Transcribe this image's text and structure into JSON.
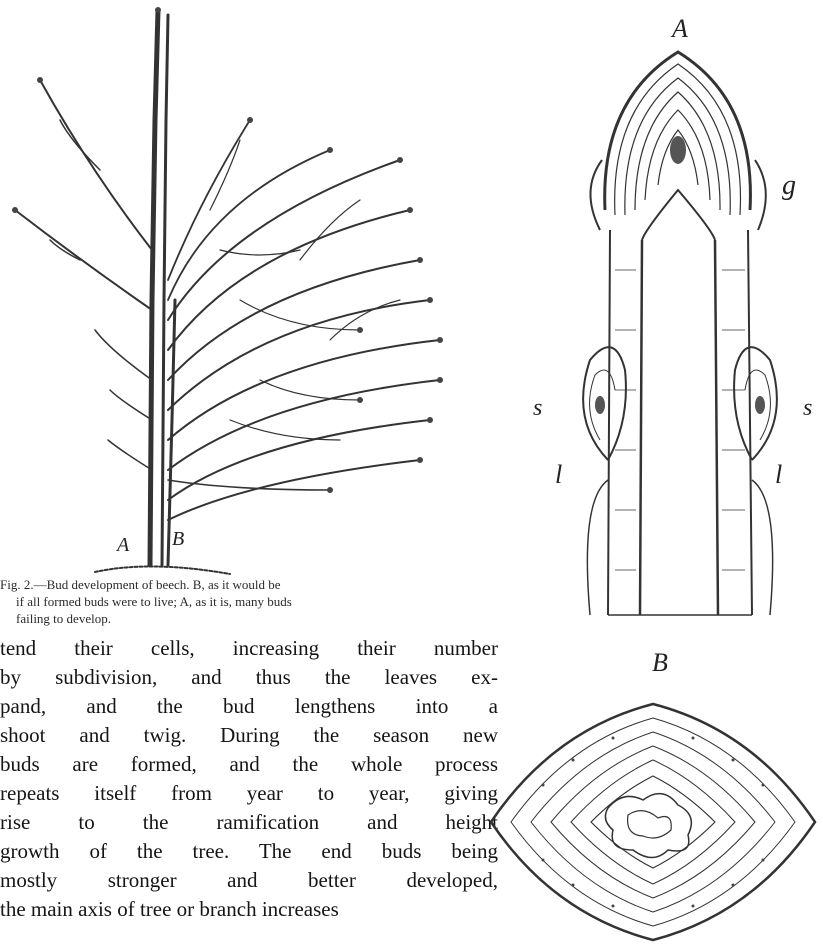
{
  "figure_left": {
    "label_A": "A",
    "label_B": "B",
    "caption_lines": [
      "Fig. 2.—Bud development of beech.  B, as it would be",
      "if all formed buds were to live; A, as it is, many buds",
      "failing to develop."
    ]
  },
  "figure_right": {
    "label_A": "A",
    "label_g": "g",
    "label_s_left": "s",
    "label_s_right": "s",
    "label_l_left": "l",
    "label_l_right": "l",
    "label_B": "B"
  },
  "body_lines": [
    "tend their cells, increasing their number",
    "by subdivision, and thus the leaves ex-",
    "pand, and the bud lengthens into a",
    "shoot and twig.  During the season new",
    "buds are formed, and the whole process",
    "repeats itself from year to year, giving",
    "rise to the ramification and height",
    "growth of the tree.  The end buds being",
    "mostly stronger and better developed,",
    "the main axis of tree or branch increases"
  ]
}
